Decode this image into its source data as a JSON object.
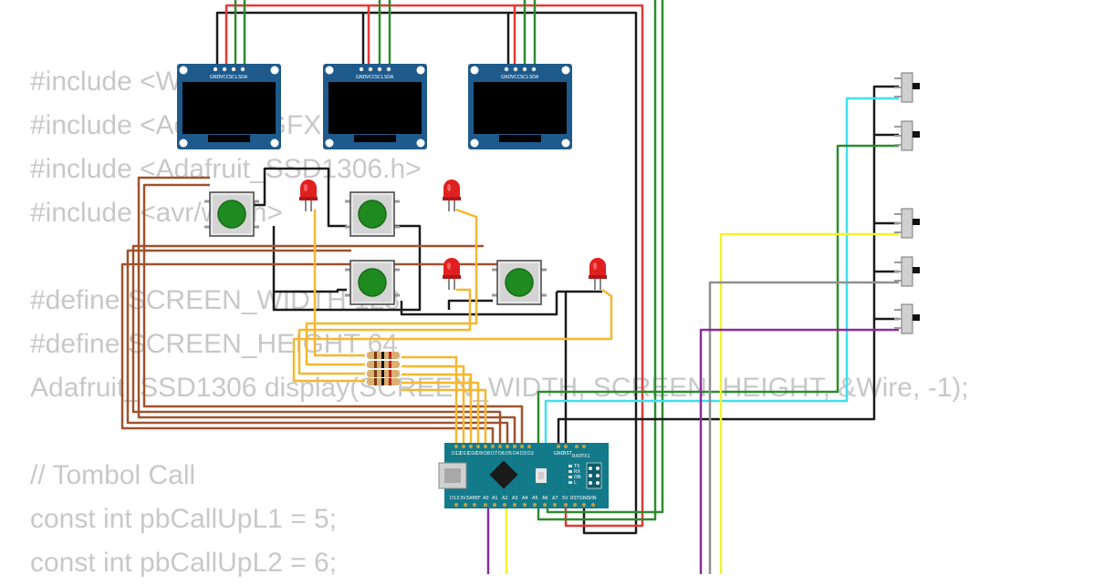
{
  "code_lines": [
    "#include <Wire.h>",
    "#include <Adafruit_GFX.h>",
    "#include <Adafruit_SSD1306.h>",
    "#include <avr/wdt.h>",
    "",
    "#define SCREEN_WIDTH 128",
    "#define SCREEN_HEIGHT 64",
    "Adafruit_SSD1306 display(SCREEN_WIDTH, SCREEN_HEIGHT, &Wire, -1);",
    "",
    "// Tombol Call",
    "const int pbCallUpL1 = 5;",
    "const int pbCallUpL2 = 6;"
  ],
  "oled": {
    "pins": [
      "GND",
      "VCC",
      "SCL",
      "SDA"
    ]
  },
  "nano": {
    "top_pins": [
      "D12",
      "D11",
      "D10",
      "D9",
      "D8",
      "D7",
      "D6",
      "D5",
      "D4",
      "D3",
      "D2",
      "GND",
      "RST",
      "RX0",
      "TX1"
    ],
    "bottom_pins": [
      "D13",
      "3V3",
      "AREF",
      "A0",
      "A1",
      "A2",
      "A3",
      "A4",
      "A5",
      "A6",
      "A7",
      "5V",
      "RST",
      "GND",
      "VIN"
    ],
    "board_labels": [
      "TX",
      "RX",
      "ON",
      "L"
    ]
  },
  "colors": {
    "wire_black": "#1a1a1a",
    "wire_red": "#e53935",
    "wire_green": "#2e8b2e",
    "wire_brown": "#a0522d",
    "wire_orange": "#f5b730",
    "wire_cyan": "#3ee0f0",
    "wire_yellow": "#f2f230",
    "wire_grey": "#909090",
    "wire_purple": "#8a2c9a",
    "oled_board": "#1e5a8c",
    "nano_board": "#137a8a",
    "button_cap": "#1f8a1f",
    "led_red": "#e02020"
  }
}
